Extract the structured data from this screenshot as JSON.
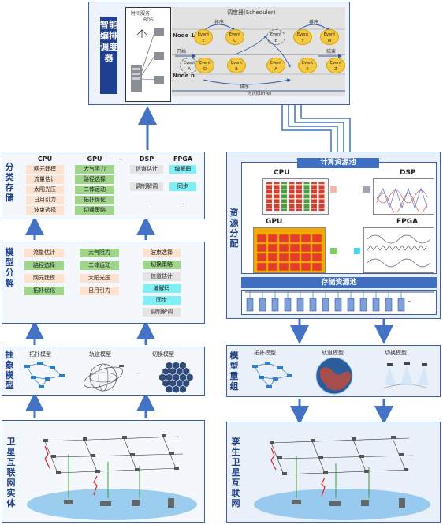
{
  "scheduler": {
    "title": "智能编排调度器",
    "buffer_label": "时间服务",
    "bds_label": "BDS",
    "scheduler_title": "调度器(Scheduler)",
    "node1": "Node 1",
    "noden": "Node n",
    "start": "开始",
    "end": "结束",
    "arrange1": "排序",
    "arrange2": "排序",
    "arrange3": "排序",
    "time_label": "时间(time)",
    "events_top": [
      {
        "line1": "Event",
        "line2": "E"
      },
      {
        "line1": "Event",
        "line2": "C"
      },
      {
        "line1": "Event",
        "line2": "E"
      },
      {
        "line1": "Event",
        "line2": "Y"
      },
      {
        "line1": "Event",
        "line2": "W"
      }
    ],
    "events_bottom": [
      {
        "line1": "Event",
        "line2": "A"
      },
      {
        "line1": "Event",
        "line2": "D"
      },
      {
        "line1": "Event",
        "line2": "B"
      },
      {
        "line1": "Event",
        "line2": "A"
      },
      {
        "line1": "Event",
        "line2": "X"
      },
      {
        "line1": "Event",
        "line2": "Z"
      }
    ]
  },
  "classify": {
    "label": "分类存储",
    "columns": [
      {
        "head": "CPU",
        "items": [
          "网元建模",
          "流量估计",
          "太阳光压",
          "日月引力",
          "波束选择"
        ]
      },
      {
        "head": "GPU",
        "items": [
          "大气阻力",
          "路径选择",
          "二体运动",
          "拓扑优化",
          "切换策略"
        ]
      },
      {
        "head": "DSP",
        "items": [
          "信道估计",
          "调制解调",
          "–"
        ]
      },
      {
        "head": "FPGA",
        "items": [
          "编解码",
          "同步",
          "–"
        ]
      }
    ],
    "dash": "–"
  },
  "model_decomp": {
    "label": "模型分解",
    "col1": [
      "流量估计",
      "路径选择",
      "网元建模",
      "拓扑优化"
    ],
    "col2": [
      "大气阻力",
      "二体运动",
      "太阳光压",
      "日月引力"
    ],
    "col3": [
      "波束选择",
      "切换策略",
      "信道估计",
      "编解码",
      "同步",
      "调制解调"
    ]
  },
  "abstract": {
    "label": "抽象模型",
    "models": [
      "拓扑模型",
      "轨道模型",
      "切换模型"
    ],
    "dash": "–"
  },
  "entity": {
    "label": "卫星互联网实体"
  },
  "resource": {
    "label": "资源分配",
    "compute_pool": "计算资源池",
    "storage_pool": "存储资源池",
    "cpu": "CPU",
    "gpu": "GPU",
    "dsp": "DSP",
    "fpga": "FPGA",
    "dash": "–"
  },
  "regroup": {
    "label": "模型重组",
    "models": [
      "拓扑模型",
      "轨道模型",
      "切换模型"
    ]
  },
  "twin": {
    "label": "孪生卫星互联网"
  },
  "colors": {
    "panel_border": "#3a5ea8",
    "arrow": "#4472c4",
    "title_bg": "#1f3f91",
    "pool_bar": "#3f6fc0"
  }
}
